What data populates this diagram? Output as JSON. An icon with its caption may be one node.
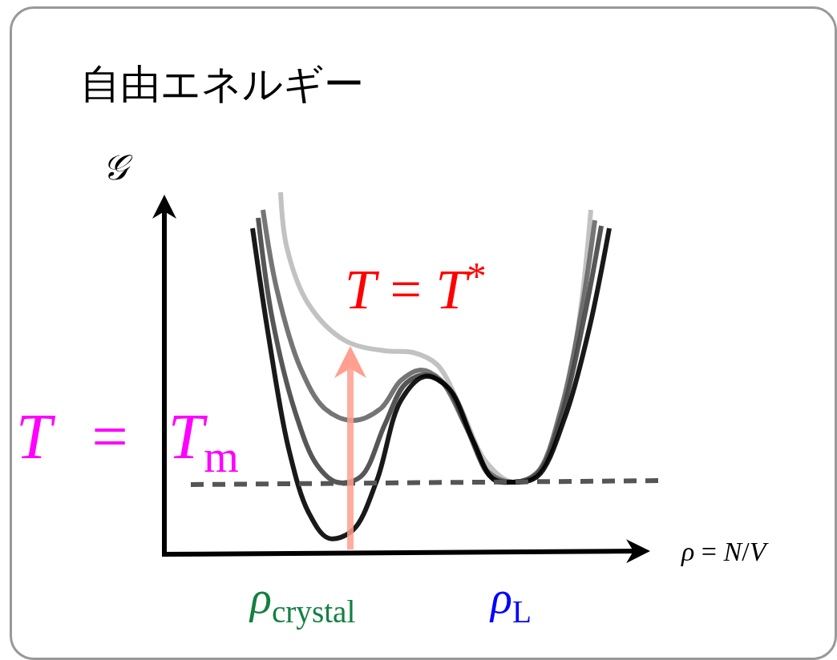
{
  "diagram": {
    "title": "自由エネルギー",
    "labels": [
      "𝒢",
      "*T* = *T*$^{*}$",
      "*T* = *T*$_{m}$",
      "*ρ* = *N*/*V*",
      "*ρ*$_{crystal}$",
      "*ρ*$_{L}$"
    ]
  }
}
